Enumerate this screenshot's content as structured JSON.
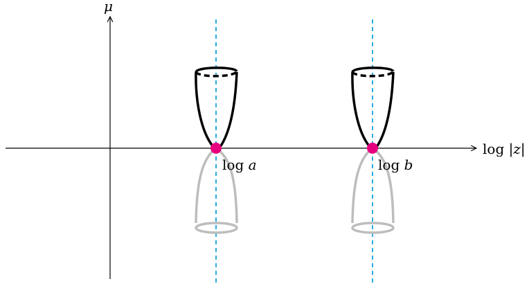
{
  "axes": {
    "vertical_label": "μ",
    "horizontal_label": {
      "prefix": "log |",
      "variable": "z",
      "suffix": "|"
    }
  },
  "points": [
    {
      "label_prefix": "log ",
      "label_variable": "a",
      "marker_color": "#e6007e",
      "guide_color": "#29abe2"
    },
    {
      "label_prefix": "log ",
      "label_variable": "b",
      "marker_color": "#e6007e",
      "guide_color": "#29abe2"
    }
  ],
  "cones": {
    "upper_color": "#000000",
    "lower_color": "#bdbdbd"
  }
}
